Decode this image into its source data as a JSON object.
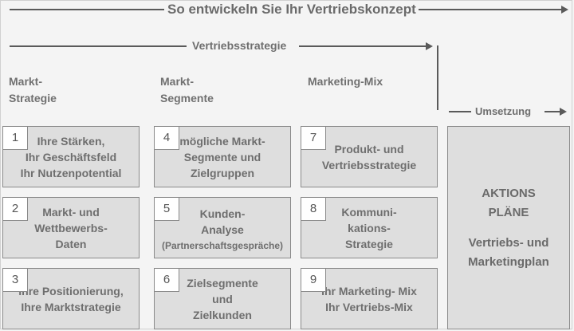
{
  "header": {
    "title": "So entwickeln Sie Ihr Vertriebskonzept"
  },
  "strategy": {
    "label": "Vertriebsstrategie"
  },
  "implementation": {
    "label": "Umsetzung"
  },
  "columns": {
    "col1": [
      "Markt-",
      "Strategie"
    ],
    "col2": [
      "Markt-",
      "Segmente"
    ],
    "col3": [
      "Marketing-Mix"
    ]
  },
  "boxes": [
    {
      "number": "1",
      "lines": [
        "Ihre Stärken,",
        "Ihr Geschäftsfeld",
        "Ihr Nutzenpotential"
      ]
    },
    {
      "number": "2",
      "lines": [
        "Markt- und",
        "Wettbewerbs-",
        "Daten"
      ]
    },
    {
      "number": "3",
      "lines": [
        "Ihre Positionierung,",
        "Ihre Marktstrategie"
      ]
    },
    {
      "number": "4",
      "lines": [
        "mögliche Markt-",
        "Segmente und",
        "Zielgruppen"
      ]
    },
    {
      "number": "5",
      "lines": [
        "Kunden-",
        "Analyse"
      ],
      "sub": "(Partnerschaftsgespräche)"
    },
    {
      "number": "6",
      "lines": [
        "Zielsegmente",
        "und",
        "Zielkunden"
      ]
    },
    {
      "number": "7",
      "lines": [
        "Produkt- und",
        "Vertriebsstrategie"
      ]
    },
    {
      "number": "8",
      "lines": [
        "Kommuni-",
        "kations-",
        "Strategie"
      ]
    },
    {
      "number": "9",
      "lines": [
        "Ihr Marketing- Mix",
        "Ihr Vertriebs-Mix"
      ]
    }
  ],
  "action_plans": {
    "title_lines": [
      "AKTIONS",
      "PLÄNE"
    ],
    "sub_lines": [
      "Vertriebs- und",
      "Marketingplan"
    ]
  }
}
